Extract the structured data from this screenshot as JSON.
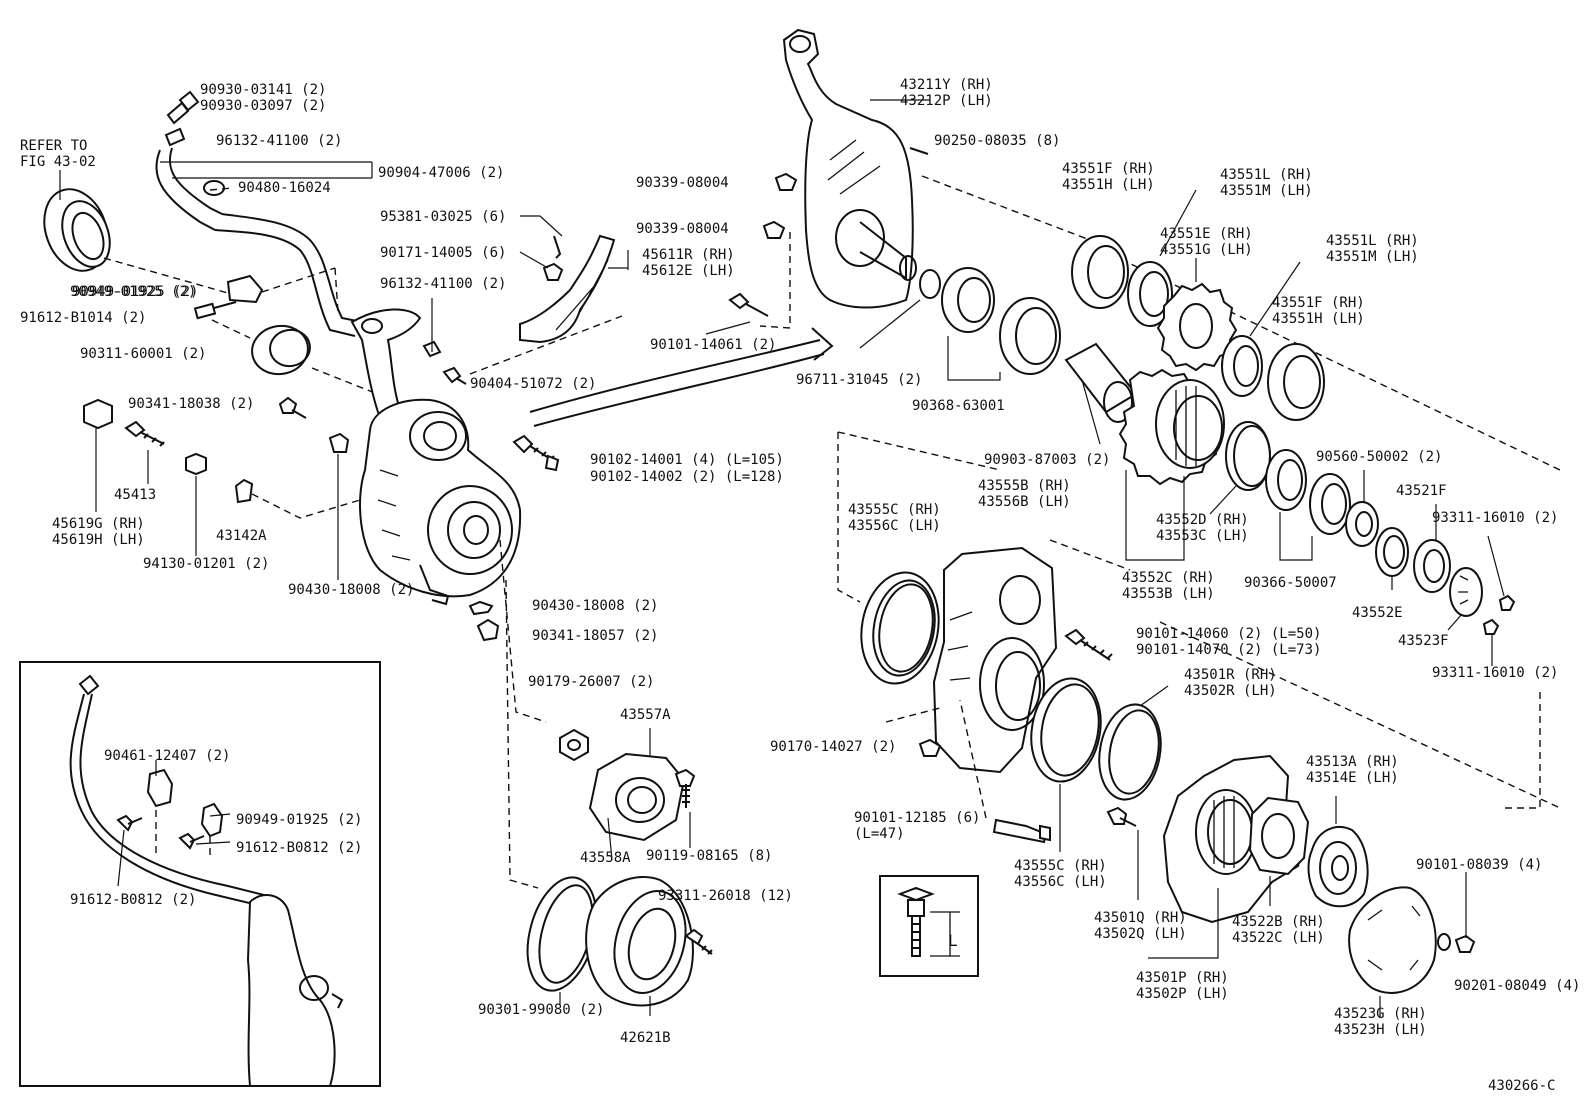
{
  "diagram_id": "430266-C",
  "refer": [
    "REFER TO",
    "FIG 43-02"
  ],
  "dimension_symbol": "L",
  "labels": [
    {
      "id": "p1",
      "lines": [
        "90930-03141 (2)",
        "90930-03097 (2)"
      ]
    },
    {
      "id": "p2",
      "lines": [
        "96132-41100 (2)"
      ]
    },
    {
      "id": "p3",
      "lines": [
        "90904-47006 (2)"
      ]
    },
    {
      "id": "p4",
      "lines": [
        "90480-16024"
      ]
    },
    {
      "id": "p5",
      "lines": [
        "95381-03025 (6)"
      ]
    },
    {
      "id": "p6",
      "lines": [
        "90171-14005 (6)"
      ]
    },
    {
      "id": "p7",
      "lines": [
        "96132-41100 (2)"
      ]
    },
    {
      "id": "p8",
      "lines": [
        "90949-01925 (2)"
      ]
    },
    {
      "id": "p9",
      "lines": [
        "91612-B1014 (2)"
      ]
    },
    {
      "id": "p10",
      "lines": [
        "90311-60001 (2)"
      ]
    },
    {
      "id": "p11",
      "lines": [
        "90404-51072 (2)"
      ]
    },
    {
      "id": "p12",
      "lines": [
        "90341-18038 (2)"
      ]
    },
    {
      "id": "p13",
      "lines": [
        "45413"
      ]
    },
    {
      "id": "p14",
      "lines": [
        "45619G (RH)",
        "45619H (LH)"
      ]
    },
    {
      "id": "p15",
      "lines": [
        "94130-01201 (2)"
      ]
    },
    {
      "id": "p16",
      "lines": [
        "43142A"
      ]
    },
    {
      "id": "p17",
      "lines": [
        "90430-18008 (2)"
      ]
    },
    {
      "id": "p18",
      "lines": [
        "90102-14001 (4) (L=105)",
        "90102-14002 (2) (L=128)"
      ]
    },
    {
      "id": "p19",
      "lines": [
        "90430-18008 (2)"
      ]
    },
    {
      "id": "p20",
      "lines": [
        "90341-18057 (2)"
      ]
    },
    {
      "id": "p21",
      "lines": [
        "90179-26007 (2)"
      ]
    },
    {
      "id": "p22",
      "lines": [
        "43557A"
      ]
    },
    {
      "id": "p23",
      "lines": [
        "43558A"
      ]
    },
    {
      "id": "p24",
      "lines": [
        "90119-08165 (8)"
      ]
    },
    {
      "id": "p25",
      "lines": [
        "93311-26018 (12)"
      ]
    },
    {
      "id": "p26",
      "lines": [
        "90301-99080 (2)"
      ]
    },
    {
      "id": "p27",
      "lines": [
        "42621B"
      ]
    },
    {
      "id": "p28",
      "lines": [
        "45611R (RH)",
        "45612E (LH)"
      ]
    },
    {
      "id": "p29",
      "lines": [
        "90101-14061 (2)"
      ]
    },
    {
      "id": "p30",
      "lines": [
        "90339-08004"
      ]
    },
    {
      "id": "p31",
      "lines": [
        "90339-08004"
      ]
    },
    {
      "id": "p32",
      "lines": [
        "43211Y (RH)",
        "43212P (LH)"
      ]
    },
    {
      "id": "p33",
      "lines": [
        "90250-08035 (8)"
      ]
    },
    {
      "id": "p34",
      "lines": [
        "96711-31045 (2)"
      ]
    },
    {
      "id": "p35",
      "lines": [
        "90368-63001"
      ]
    },
    {
      "id": "p36",
      "lines": [
        "43551F (RH)",
        "43551H (LH)"
      ]
    },
    {
      "id": "p37",
      "lines": [
        "43551L (RH)",
        "43551M (LH)"
      ]
    },
    {
      "id": "p38",
      "lines": [
        "43551E (RH)",
        "43551G (LH)"
      ]
    },
    {
      "id": "p39",
      "lines": [
        "43551L (RH)",
        "43551M (LH)"
      ]
    },
    {
      "id": "p40",
      "lines": [
        "43551F (RH)",
        "43551H (LH)"
      ]
    },
    {
      "id": "p41",
      "lines": [
        "90903-87003 (2)"
      ]
    },
    {
      "id": "p42",
      "lines": [
        "43552D (RH)",
        "43553C (LH)"
      ]
    },
    {
      "id": "p43",
      "lines": [
        "90560-50002 (2)"
      ]
    },
    {
      "id": "p44",
      "lines": [
        "43521F"
      ]
    },
    {
      "id": "p45",
      "lines": [
        "93311-16010 (2)"
      ]
    },
    {
      "id": "p46",
      "lines": [
        "43552C (RH)",
        "43553B (LH)"
      ]
    },
    {
      "id": "p47",
      "lines": [
        "90366-50007"
      ]
    },
    {
      "id": "p48",
      "lines": [
        "43552E"
      ]
    },
    {
      "id": "p49",
      "lines": [
        "43523F"
      ]
    },
    {
      "id": "p50",
      "lines": [
        "93311-16010 (2)"
      ]
    },
    {
      "id": "p51",
      "lines": [
        "43555C (RH)",
        "43556C (LH)"
      ]
    },
    {
      "id": "p52",
      "lines": [
        "43555B (RH)",
        "43556B (LH)"
      ]
    },
    {
      "id": "p53",
      "lines": [
        "90101-14060 (2) (L=50)",
        "90101-14070 (2) (L=73)"
      ]
    },
    {
      "id": "p54",
      "lines": [
        "43501R (RH)",
        "43502R (LH)"
      ]
    },
    {
      "id": "p55",
      "lines": [
        "90170-14027 (2)"
      ]
    },
    {
      "id": "p56",
      "lines": [
        "90101-12185 (6)",
        "(L=47)"
      ]
    },
    {
      "id": "p57",
      "lines": [
        "43555C (RH)",
        "43556C (LH)"
      ]
    },
    {
      "id": "p58",
      "lines": [
        "43501Q (RH)",
        "43502Q (LH)"
      ]
    },
    {
      "id": "p59",
      "lines": [
        "43501P (RH)",
        "43502P (LH)"
      ]
    },
    {
      "id": "p60",
      "lines": [
        "43522B (RH)",
        "43522C (LH)"
      ]
    },
    {
      "id": "p61",
      "lines": [
        "43513A (RH)",
        "43514E (LH)"
      ]
    },
    {
      "id": "p62",
      "lines": [
        "90101-08039 (4)"
      ]
    },
    {
      "id": "p63",
      "lines": [
        "90201-08049 (4)"
      ]
    },
    {
      "id": "p64",
      "lines": [
        "43523G (RH)",
        "43523H (LH)"
      ]
    },
    {
      "id": "p65",
      "lines": [
        "90461-12407 (2)"
      ]
    },
    {
      "id": "p66",
      "lines": [
        "90949-01925 (2)"
      ]
    },
    {
      "id": "p67",
      "lines": [
        "91612-B0812 (2)"
      ]
    },
    {
      "id": "p68",
      "lines": [
        "91612-B0812 (2)"
      ]
    },
    {
      "id": "p69",
      "lines": [
        "90949-01925 (2)"
      ]
    }
  ]
}
